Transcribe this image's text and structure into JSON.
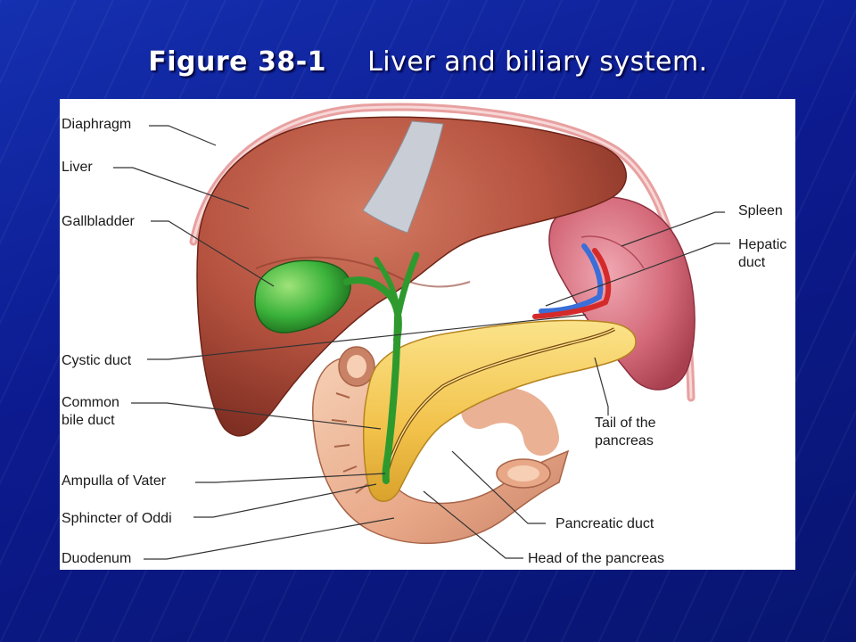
{
  "title": {
    "figure_number": "Figure 38-1",
    "caption": "Liver and biliary system."
  },
  "labels": {
    "diaphragm": "Diaphragm",
    "liver": "Liver",
    "gallbladder": "Gallbladder",
    "cystic_duct": "Cystic duct",
    "common_bile_duct_line1": "Common",
    "common_bile_duct_line2": "bile duct",
    "ampulla_of_vater": "Ampulla of Vater",
    "sphincter_of_oddi": "Sphincter of Oddi",
    "duodenum": "Duodenum",
    "spleen": "Spleen",
    "hepatic_duct_line1": "Hepatic",
    "hepatic_duct_line2": "duct",
    "tail_of_pancreas_line1": "Tail of the",
    "tail_of_pancreas_line2": "pancreas",
    "pancreatic_duct": "Pancreatic duct",
    "head_of_pancreas": "Head of the pancreas"
  },
  "colors": {
    "background": "#0c1a8e",
    "liver": "#b5523f",
    "gallbladder": "#3bb33b",
    "pancreas": "#f2c24a",
    "duodenum": "#e8a888",
    "spleen": "#d46a7a",
    "artery": "#d42a2a",
    "vein": "#3a6ed8"
  }
}
